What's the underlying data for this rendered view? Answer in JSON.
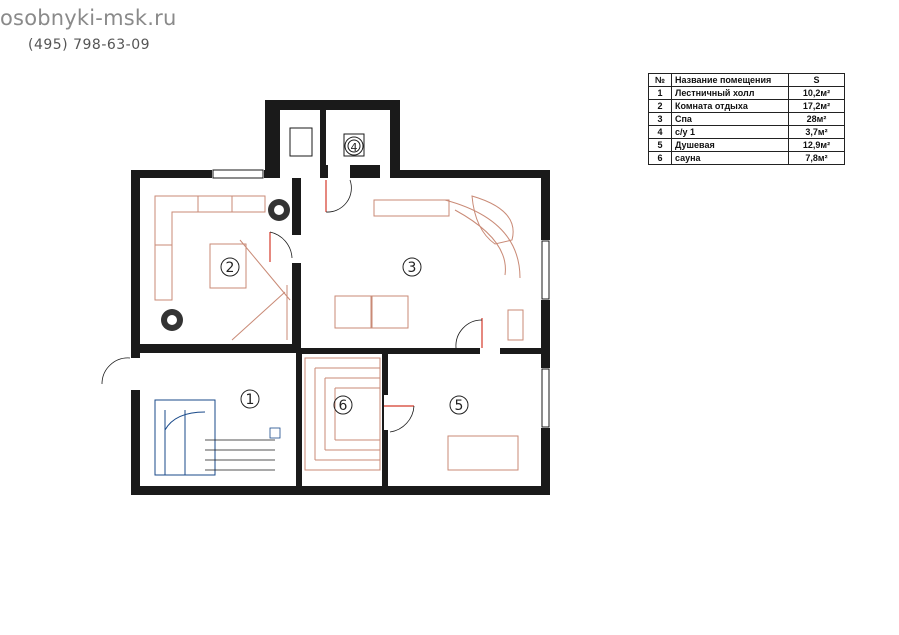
{
  "header": {
    "site": "osobnyki-msk.ru",
    "phone": "(495)  798-63-09"
  },
  "legend": {
    "headers": {
      "num": "№",
      "name": "Название помещения",
      "area": "S"
    },
    "rows": [
      {
        "num": "1",
        "name": "Лестничный холл",
        "area": "10,2м²"
      },
      {
        "num": "2",
        "name": "Комната отдыха",
        "area": "17,2м²"
      },
      {
        "num": "3",
        "name": "Спа",
        "area": "28м²"
      },
      {
        "num": "4",
        "name": "с/у 1",
        "area": "3,7м²"
      },
      {
        "num": "5",
        "name": "Душевая",
        "area": "12,9м²"
      },
      {
        "num": "6",
        "name": "сауна",
        "area": "7,8м²"
      }
    ]
  },
  "plan": {
    "room_labels": [
      "1",
      "2",
      "3",
      "4",
      "5",
      "6"
    ],
    "colors": {
      "wall": "#1a1a1a",
      "furniture": "#c98a76",
      "door": "#d43a2a"
    }
  }
}
